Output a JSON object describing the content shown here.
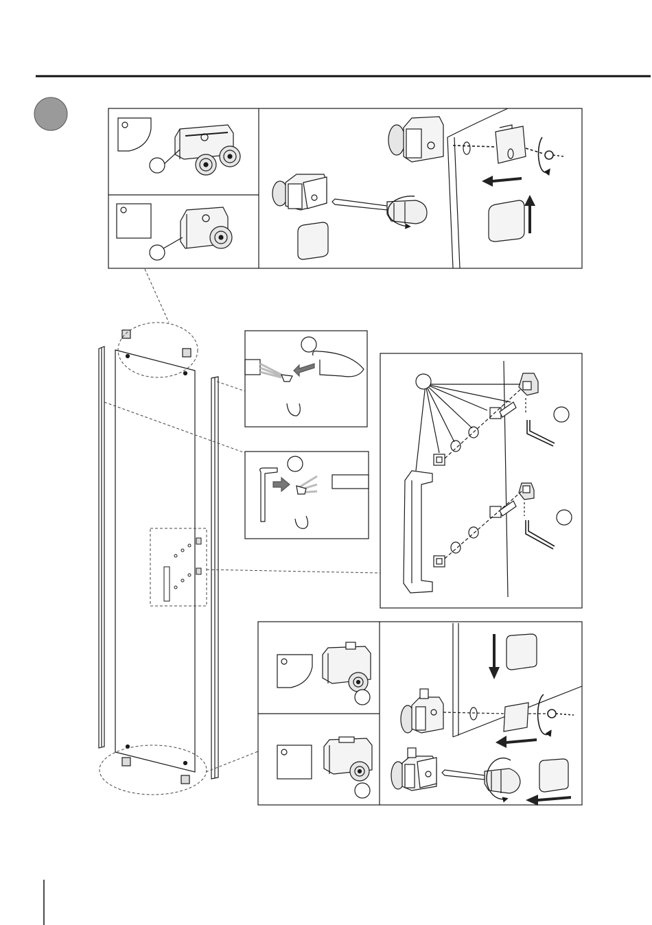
{
  "document": {
    "type": "assembly-instruction-page",
    "step_marker": {
      "label": "",
      "fill": "#9a9a9a"
    },
    "colors": {
      "line": "#1a1a1a",
      "arrow_fill": "#222222",
      "marker_fill": "#9a9a9a",
      "dashed": "#444444"
    }
  },
  "panels": {
    "top_left_upper": {
      "name": "curved-tray-top-roller",
      "callout_label": ""
    },
    "top_left_lower": {
      "name": "square-tray-top-roller",
      "callout_label": ""
    },
    "top_right": {
      "name": "top-roller-mounting-steps"
    },
    "seal_side": {
      "name": "side-seal-fitting",
      "callout_label": ""
    },
    "seal_magnet": {
      "name": "magnetic-seal-fitting",
      "callout_label": ""
    },
    "handle": {
      "name": "handle-assembly",
      "callout_labels": [
        "",
        "",
        ""
      ]
    },
    "bottom_left_upper": {
      "name": "curved-tray-bottom-roller",
      "callout_label": ""
    },
    "bottom_left_lower": {
      "name": "square-tray-bottom-roller",
      "callout_label": ""
    },
    "bottom_right": {
      "name": "bottom-roller-mounting-steps"
    }
  },
  "icons": [
    "rotate-arrow-icon",
    "direction-arrow-icon",
    "screwdriver-icon",
    "allen-key-icon",
    "roller-icon",
    "end-cap-icon",
    "glass-door-icon"
  ]
}
